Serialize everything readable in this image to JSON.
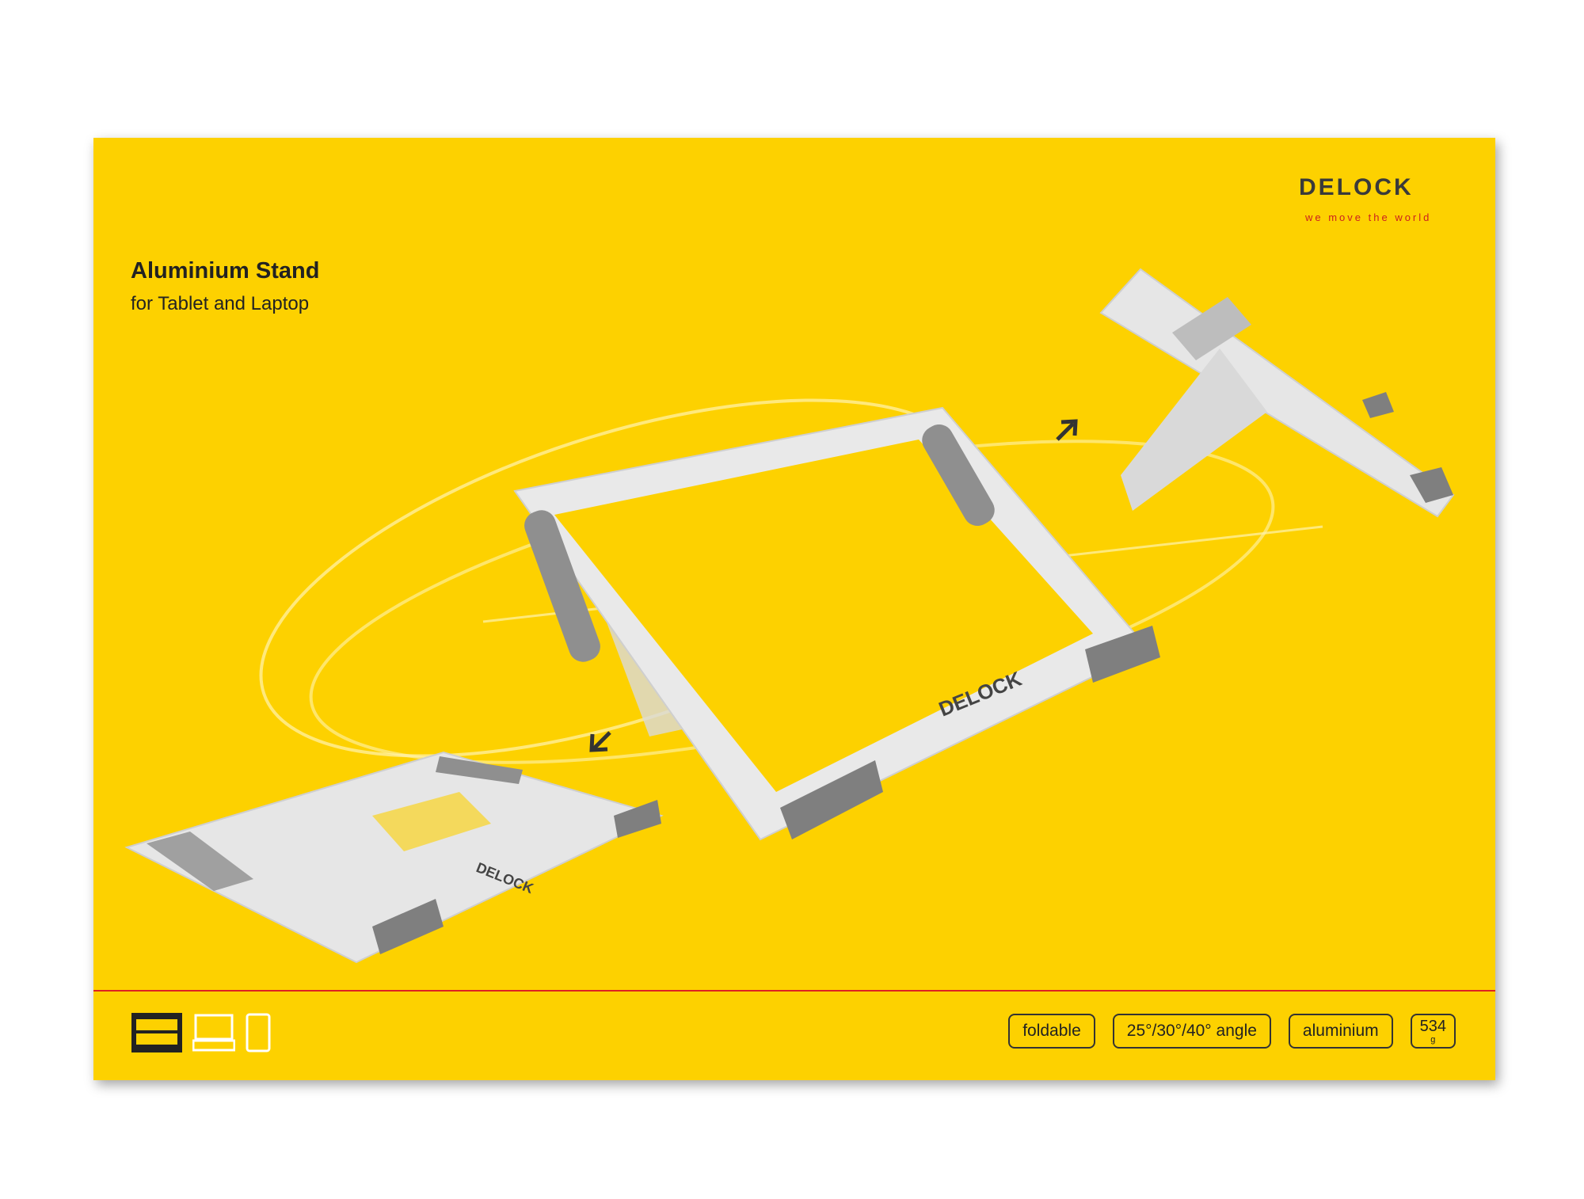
{
  "product": {
    "title": "Aluminium Stand",
    "subtitle": "for Tablet and Laptop"
  },
  "brand": {
    "name": "DELOCK",
    "tagline": "we move the world",
    "accent_color": "#d22222"
  },
  "background_color": "#fdd100",
  "feature_icons": [
    "monitor-icon",
    "laptop-icon",
    "tablet-icon"
  ],
  "badges": {
    "foldable": "foldable",
    "angle": "25°/30°/40° angle",
    "material": "aluminium",
    "weight_value": "534",
    "weight_unit": "g"
  },
  "illustration_labels": {
    "stand_logo": "DELOCK"
  }
}
